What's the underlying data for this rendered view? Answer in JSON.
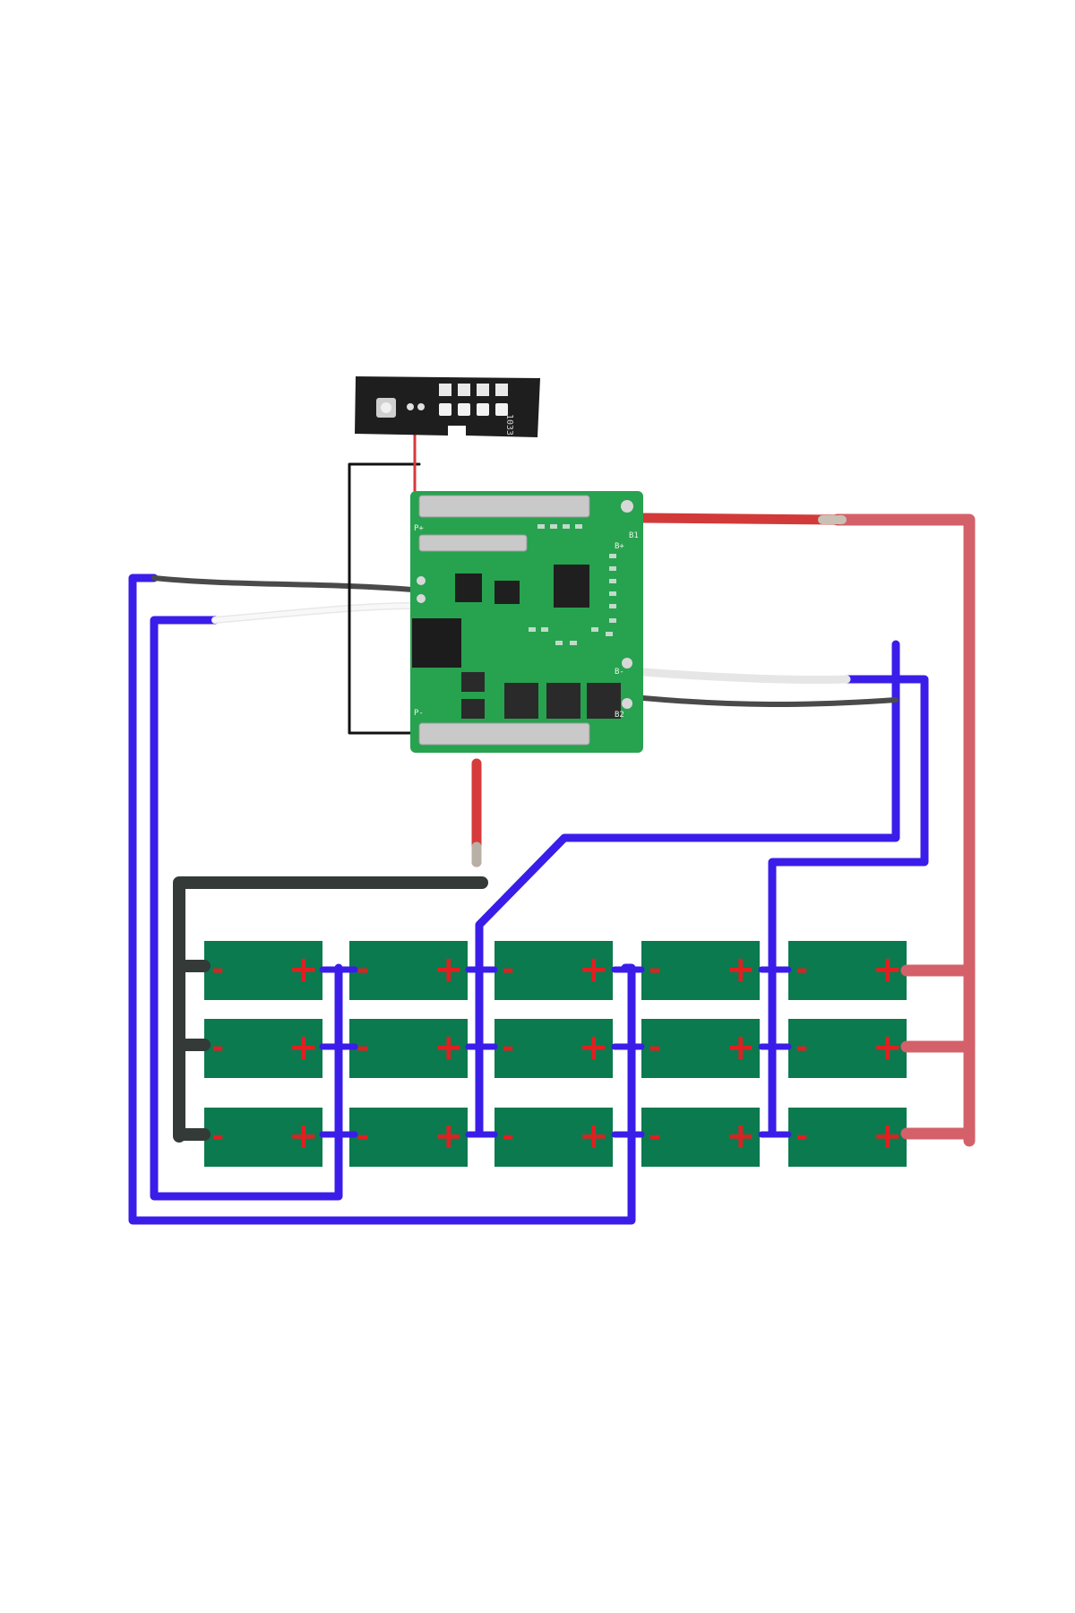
{
  "colors": {
    "background": "#ffffff",
    "cell_fill": "#0b7a4f",
    "cell_sign": "#e02020",
    "wire_blue": "#3a1de8",
    "wire_black": "#333a38",
    "wire_red": "#d4606a",
    "wire_red_short": "#d63a3a",
    "wire_white": "#f4f4f4",
    "wire_grey": "#4a4a4a",
    "pcb_green": "#27a24f",
    "indicator_board": "#1e1e1e"
  },
  "bms_board": {
    "terminal_labels": [
      "P+",
      "P-",
      "B+",
      "B-",
      "B1",
      "B2"
    ]
  },
  "indicator_board": {
    "label": "1033",
    "led_count": 4
  },
  "battery_pack": {
    "rows": 3,
    "columns": 5,
    "cell_minus": "-",
    "cell_plus": "+"
  }
}
